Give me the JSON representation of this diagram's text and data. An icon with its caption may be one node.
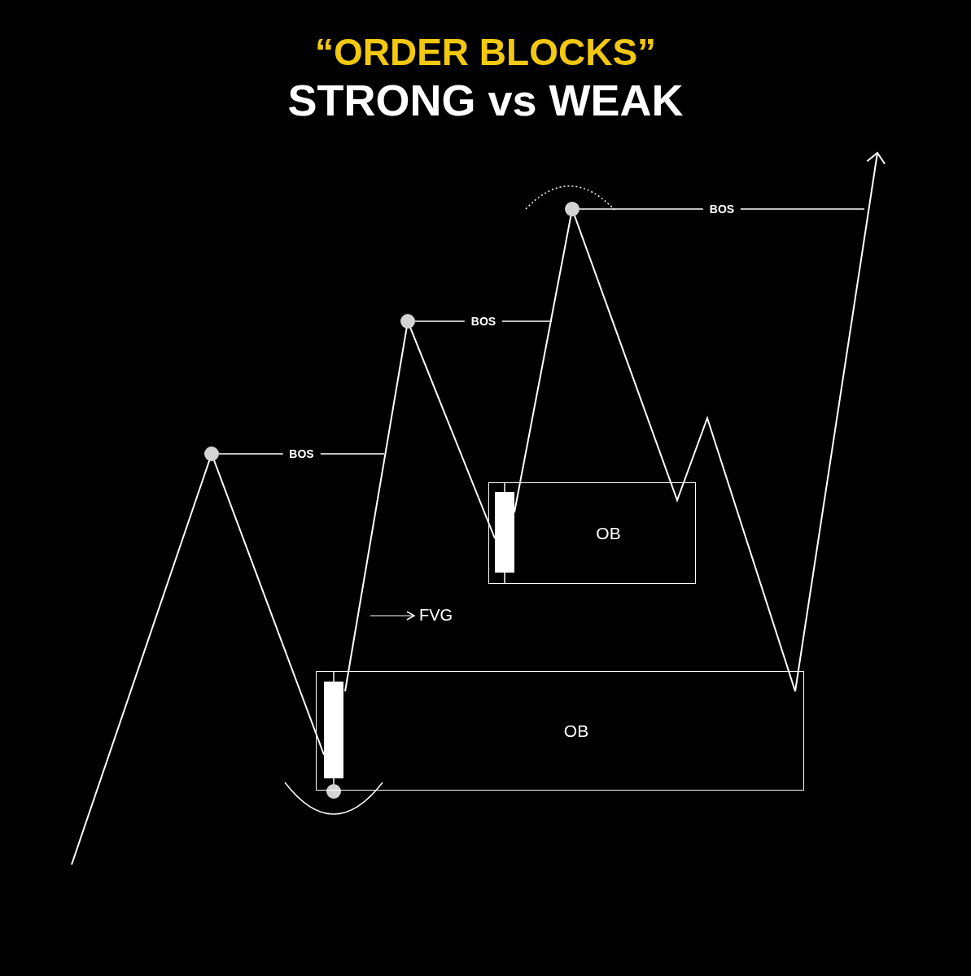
{
  "diagram": {
    "title": "“ORDER BLOCKS”",
    "nodes": [
      {
        "text": [
          "OB"
        ]
      },
      {
        "text": [
          "OB"
        ]
      },
      {
        "text": [],
        "shape": "circle"
      },
      {
        "text": [],
        "shape": "circle"
      },
      {
        "text": [],
        "shape": "circle"
      }
    ],
    "edges": [
      {
        "from": 2,
        "to": null,
        "arrow": "none",
        "label": "BOS"
      },
      {
        "from": 3,
        "to": null,
        "arrow": "none",
        "label": "BOS"
      },
      {
        "from": 4,
        "to": null,
        "arrow": "none",
        "label": "BOS"
      }
    ],
    "labels": [
      "STRONG vs WEAK",
      "FVG"
    ]
  }
}
